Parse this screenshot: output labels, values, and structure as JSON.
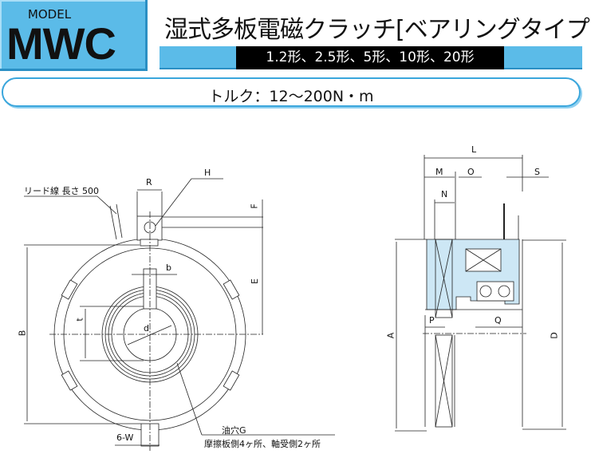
{
  "header": {
    "model_label": "MODEL",
    "model_name": "MWC",
    "title": "湿式多板電磁クラッチ[ベアリングタイプ]",
    "sizes": "1.2形、2.5形、5形、10形、20形",
    "torque": "トルク：12〜200N・m"
  },
  "front_view": {
    "lead_wire": "リード線 長さ 500",
    "H": "H",
    "R": "R",
    "F": "F",
    "E": "E",
    "b": "b",
    "t": "t",
    "d": "d",
    "B": "B",
    "W": "6-W",
    "oil_hole": "油穴G",
    "oil_hole_note": "摩擦板側4ヶ所、軸受側2ヶ所"
  },
  "side_view": {
    "L": "L",
    "M": "M",
    "O": "O",
    "S": "S",
    "N": "N",
    "P": "P",
    "Q": "Q",
    "A": "A",
    "D": "D"
  },
  "colors": {
    "accent": "#5bbbe8",
    "housing": "#cde7f5"
  }
}
